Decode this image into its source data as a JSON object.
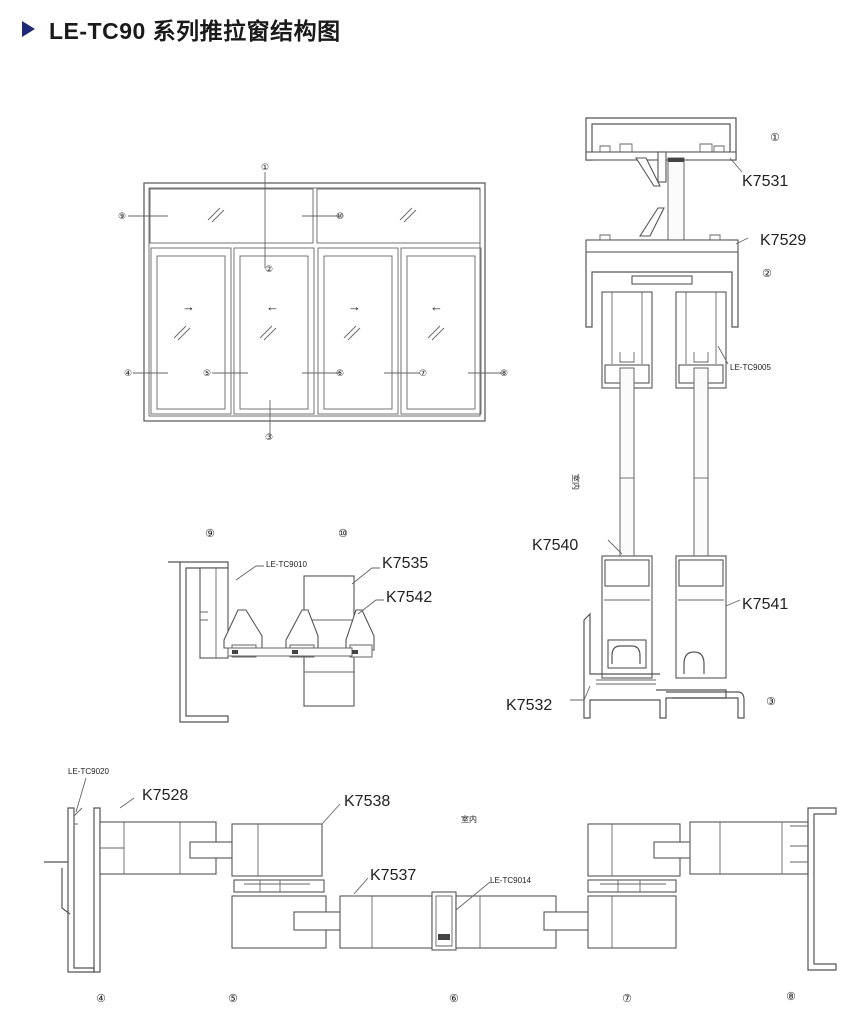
{
  "header": {
    "title": "LE-TC90 系列推拉窗结构图",
    "accent_color": "#1e2a78"
  },
  "elevation": {
    "markers": [
      "①",
      "②",
      "③",
      "④",
      "⑤",
      "⑥",
      "⑦",
      "⑧",
      "⑨",
      "⑩"
    ],
    "arrows": [
      "→",
      "←",
      "→",
      "←"
    ]
  },
  "vertical_section": {
    "marker_top": "①",
    "marker_mid": "②",
    "marker_bottom": "③",
    "labels": {
      "k7531": "K7531",
      "k7529": "K7529",
      "le_tc9005": "LE-TC9005",
      "indoor": "室内",
      "k7540": "K7540",
      "k7541": "K7541",
      "k7532": "K7532"
    }
  },
  "upper_section": {
    "marker_left": "⑨",
    "marker_right": "⑩",
    "labels": {
      "le_tc9010": "LE-TC9010",
      "k7535": "K7535",
      "k7542": "K7542"
    }
  },
  "horizontal_section": {
    "labels": {
      "le_tc9020": "LE-TC9020",
      "k7528": "K7528",
      "k7538": "K7538",
      "indoor": "室内",
      "k7537": "K7537",
      "le_tc9014": "LE-TC9014"
    },
    "markers": [
      "④",
      "⑤",
      "⑥",
      "⑦",
      "⑧"
    ]
  }
}
